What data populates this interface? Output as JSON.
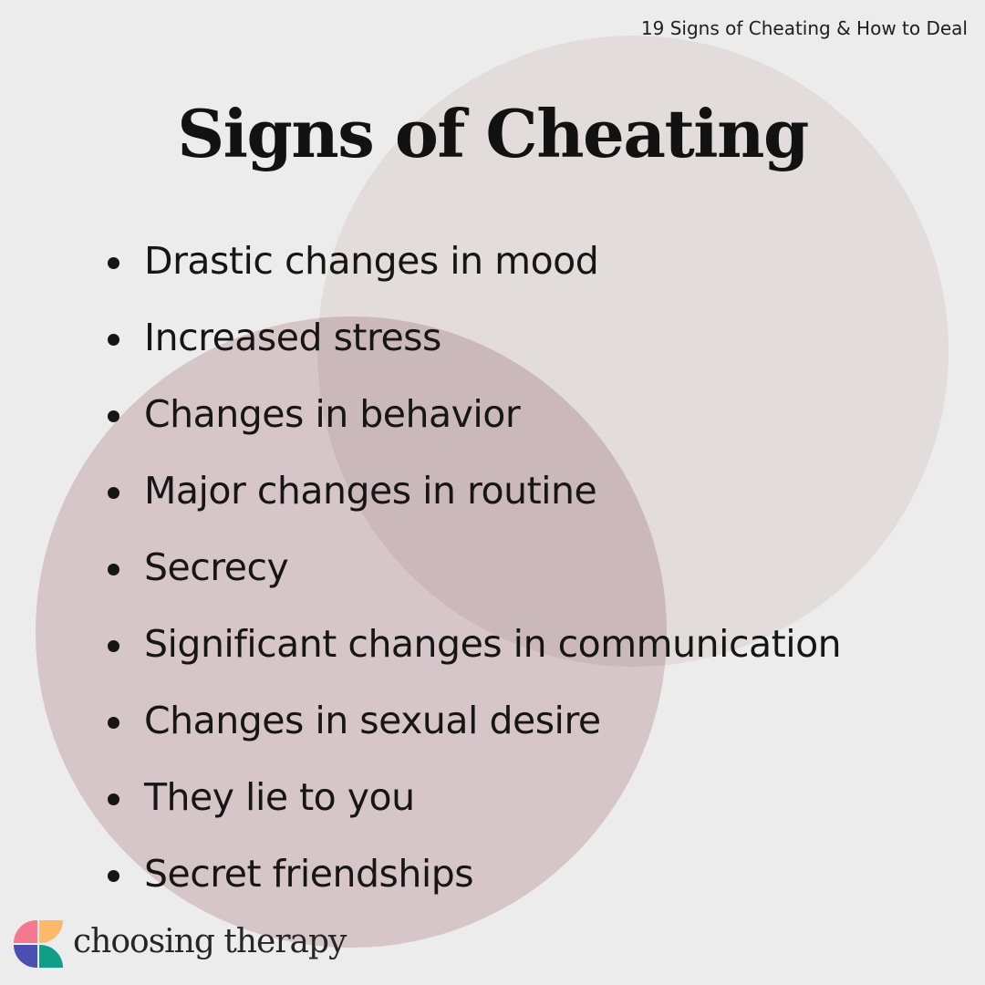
{
  "header": {
    "caption": "19 Signs of Cheating & How to Deal",
    "title": "Signs of Cheating"
  },
  "signs": [
    "Drastic changes in mood",
    "Increased stress",
    "Changes in behavior",
    "Major changes in routine",
    "Secrecy",
    "Significant changes in communication",
    "Changes in sexual desire",
    "They lie to you",
    "Secret friendships"
  ],
  "brand": {
    "name": "choosing therapy",
    "logo_icon": "four-quadrant-logo-icon",
    "colors": {
      "pink": "#f4788f",
      "orange": "#fdb96a",
      "blue": "#4a4fb0",
      "teal": "#0f9e86"
    }
  },
  "colors": {
    "background": "#ececec",
    "circle_upper_right": "#e2dcdc",
    "circle_lower_left": "#d6c6ca",
    "circle_overlap": "#cbb8bc",
    "text": "#161616"
  }
}
